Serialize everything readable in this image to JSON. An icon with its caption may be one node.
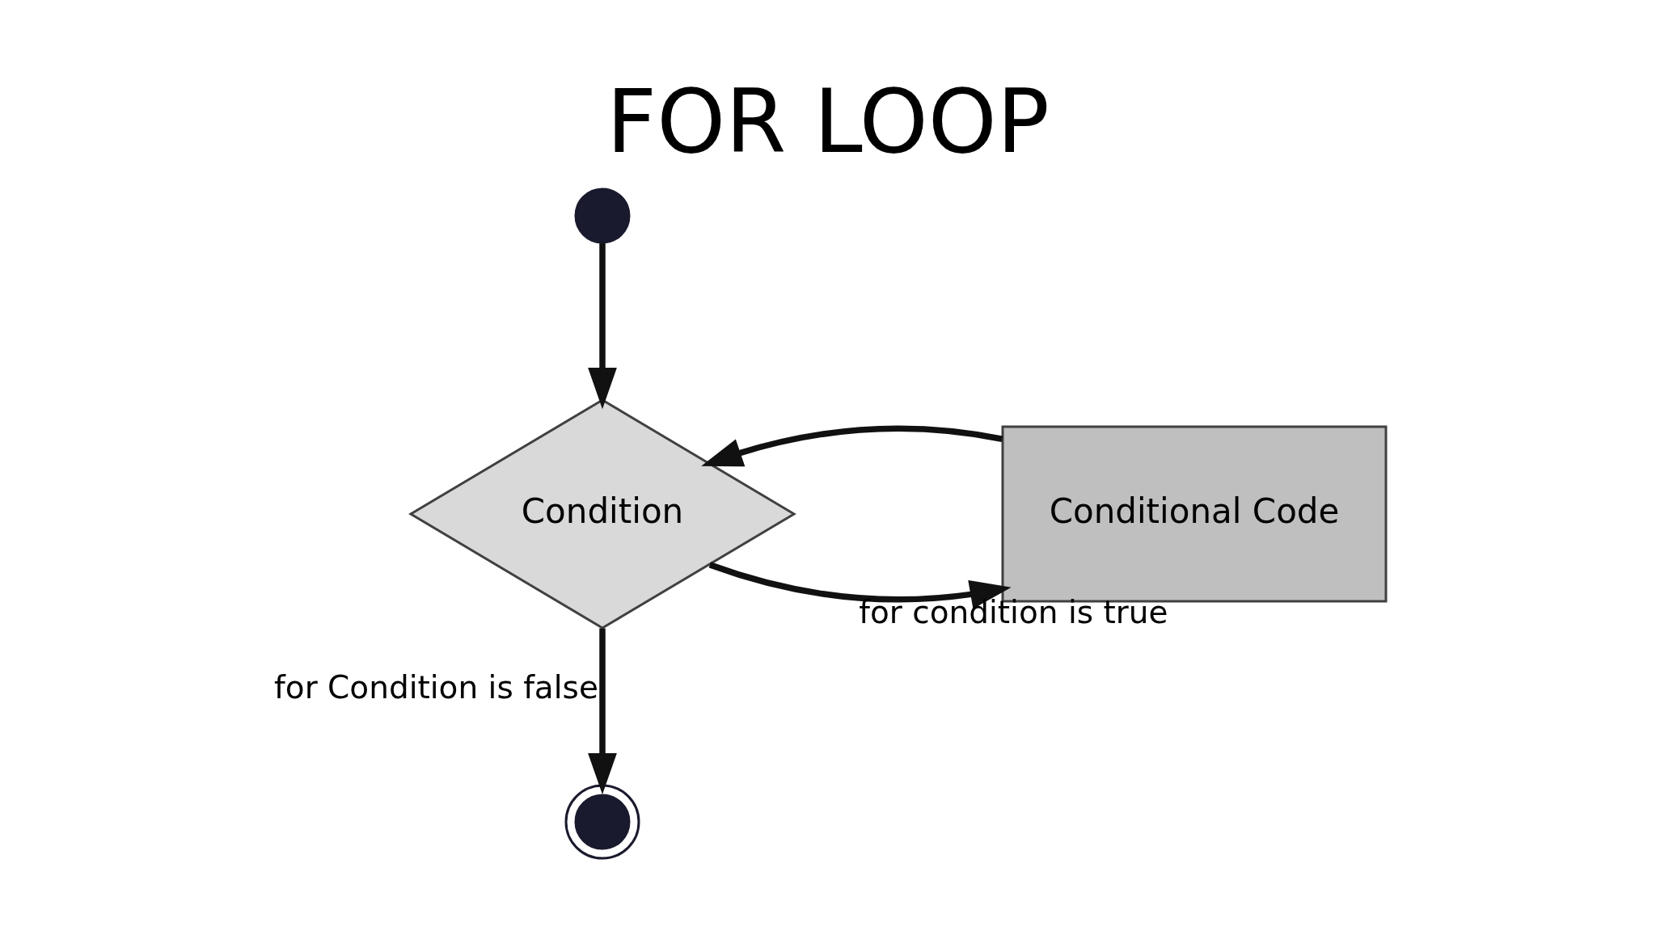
{
  "diagram": {
    "title": "FOR LOOP",
    "nodes": [
      {
        "text": [],
        "shape": "circle"
      },
      {
        "text": [
          "Condition"
        ]
      },
      {
        "text": [
          "Conditional Code"
        ]
      },
      {
        "text": [],
        "shape": "circle"
      }
    ],
    "edges": [
      {
        "from": 0,
        "to": 1,
        "arrow": "to"
      },
      {
        "from": 1,
        "to": 2,
        "arrow": "to",
        "label": "for condition is true"
      },
      {
        "from": 2,
        "to": 1,
        "arrow": "to"
      },
      {
        "from": 1,
        "to": 3,
        "arrow": "to",
        "label": "for Condition is false"
      }
    ]
  }
}
